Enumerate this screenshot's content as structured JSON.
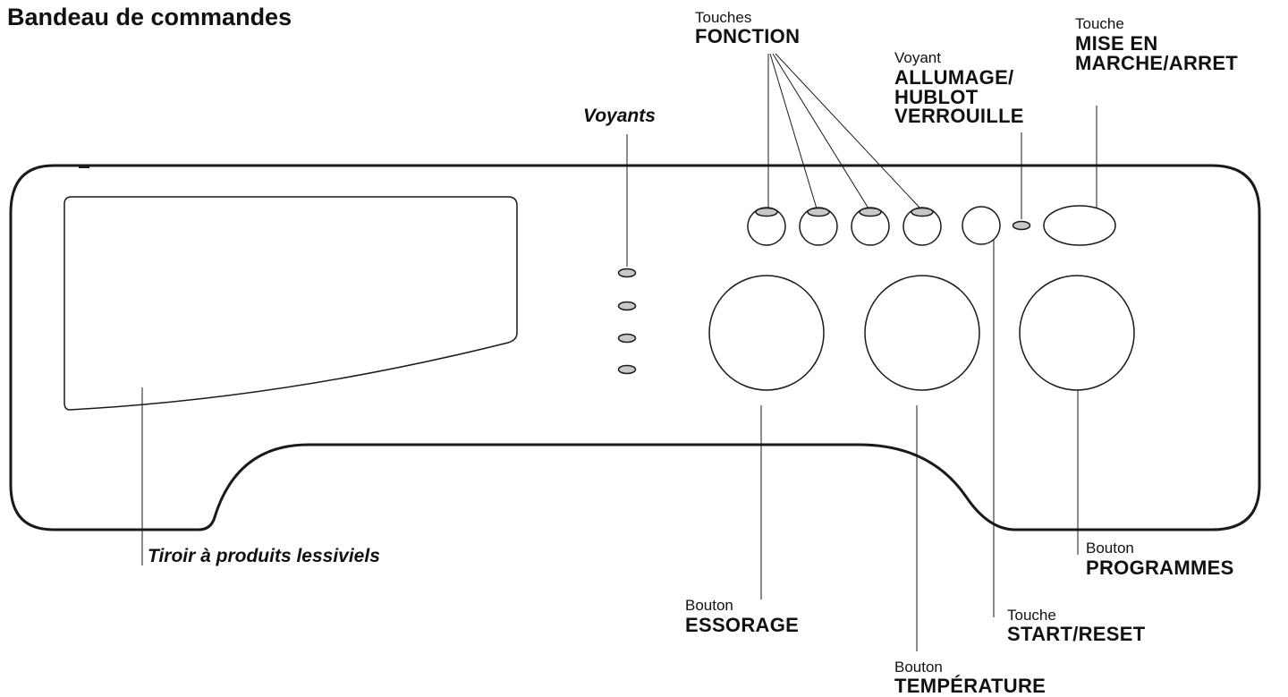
{
  "title": "Bandeau de commandes",
  "labels": {
    "voyants": "Voyants",
    "tiroir": "Tiroir à produits lessiviels",
    "fonction": {
      "small": "Touches",
      "big": "FONCTION"
    },
    "allumage": {
      "small": "Voyant",
      "big": "ALLUMAGE/\nHUBLOT\nVERROUILLE"
    },
    "marche": {
      "small": "Touche",
      "big": "MISE EN\nMARCHE/ARRET"
    },
    "essorage": {
      "small": "Bouton",
      "big": "ESSORAGE"
    },
    "temperature": {
      "small": "Bouton",
      "big": "TEMPÉRATURE"
    },
    "start": {
      "small": "Touche",
      "big": "START/RESET"
    },
    "programmes": {
      "small": "Bouton",
      "big": "PROGRAMMES"
    }
  },
  "colors": {
    "line": "#1a1a1a",
    "led": "#c8c8c8"
  }
}
